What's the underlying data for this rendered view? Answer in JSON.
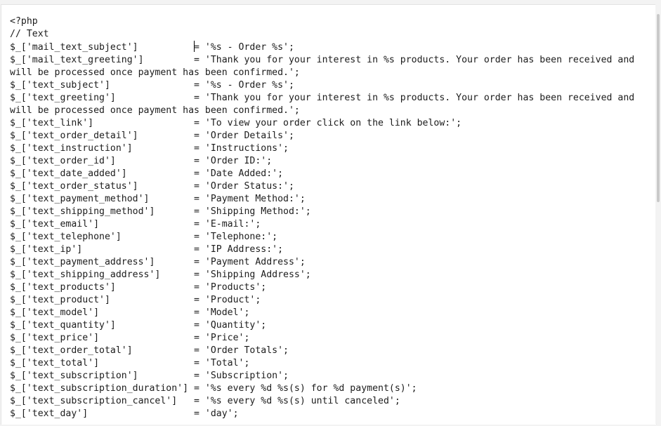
{
  "editor": {
    "lines": [
      "<?php",
      "// Text",
      "$_['mail_text_subject']          = '%s - Order %s';",
      "$_['mail_text_greeting']         = 'Thank you for your interest in %s products. Your order has been received and will be processed once payment has been confirmed.';",
      "$_['text_subject']               = '%s - Order %s';",
      "$_['text_greeting']              = 'Thank you for your interest in %s products. Your order has been received and will be processed once payment has been confirmed.';",
      "$_['text_link']                  = 'To view your order click on the link below:';",
      "$_['text_order_detail']          = 'Order Details';",
      "$_['text_instruction']           = 'Instructions';",
      "$_['text_order_id']              = 'Order ID:';",
      "$_['text_date_added']            = 'Date Added:';",
      "$_['text_order_status']          = 'Order Status:';",
      "$_['text_payment_method']        = 'Payment Method:';",
      "$_['text_shipping_method']       = 'Shipping Method:';",
      "$_['text_email']                 = 'E-mail:';",
      "$_['text_telephone']             = 'Telephone:';",
      "$_['text_ip']                    = 'IP Address:';",
      "$_['text_payment_address']       = 'Payment Address';",
      "$_['text_shipping_address']      = 'Shipping Address';",
      "$_['text_products']              = 'Products';",
      "$_['text_product']               = 'Product';",
      "$_['text_model']                 = 'Model';",
      "$_['text_quantity']              = 'Quantity';",
      "$_['text_price']                 = 'Price';",
      "$_['text_order_total']           = 'Order Totals';",
      "$_['text_total']                 = 'Total';",
      "$_['text_subscription']          = 'Subscription';",
      "$_['text_subscription_duration'] = '%s every %d %s(s) for %d payment(s)';",
      "$_['text_subscription_cancel']   = '%s every %d %s(s) until canceled';",
      "$_['text_day']                   = 'day';"
    ],
    "caret": {
      "line": 2,
      "column": 33
    }
  }
}
